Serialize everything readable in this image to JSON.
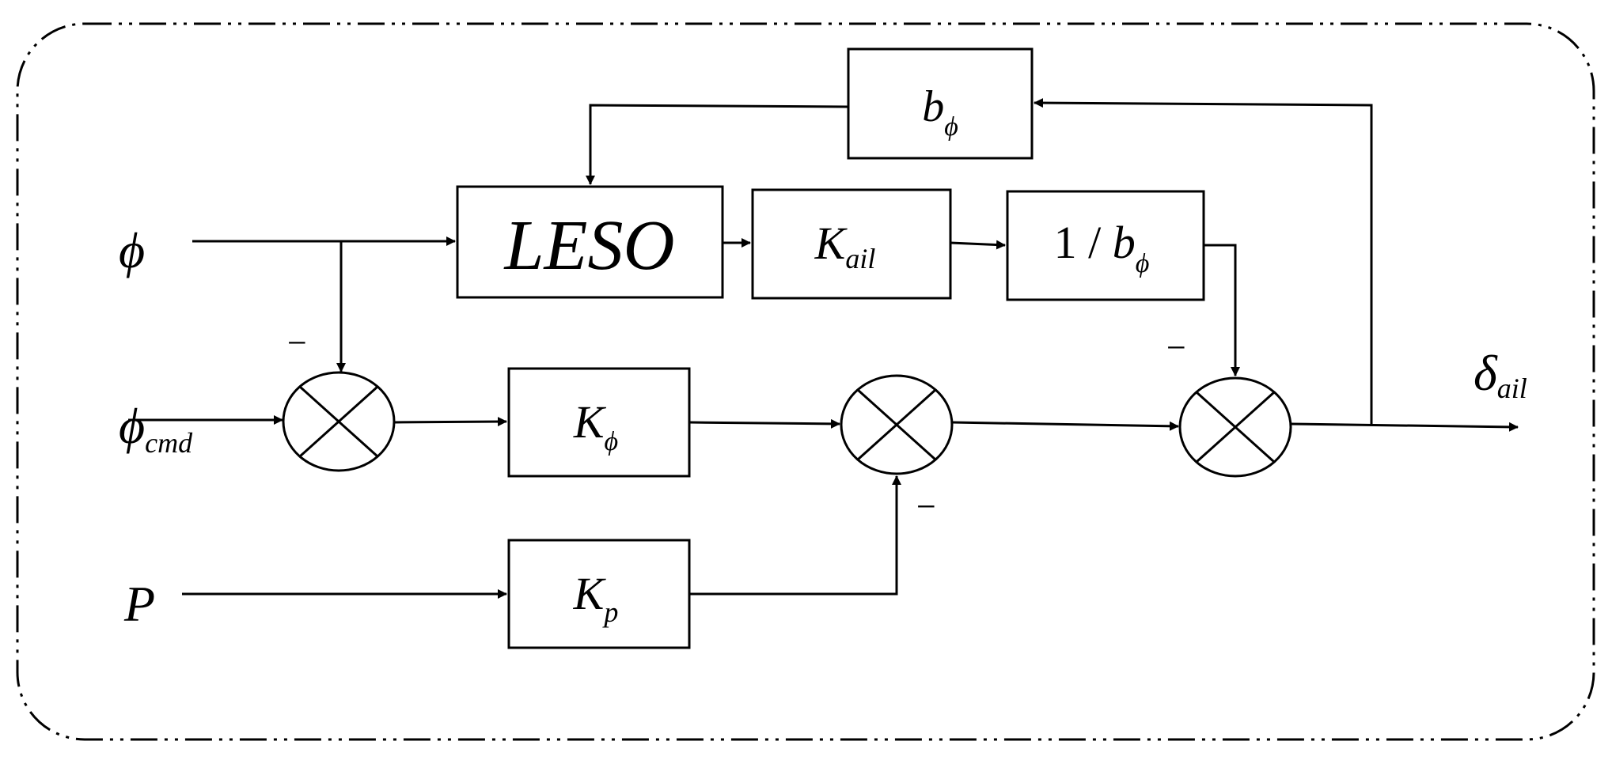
{
  "inputs": {
    "phi": {
      "main": "ϕ",
      "sub": ""
    },
    "phi_cmd": {
      "main": "ϕ",
      "sub": "cmd"
    },
    "p": {
      "main": "P",
      "sub": ""
    }
  },
  "output": {
    "main": "δ",
    "sub": "ail"
  },
  "blocks": {
    "b_phi": {
      "main": "b",
      "sub": "ϕ"
    },
    "leso": {
      "main": "LESO"
    },
    "k_ail": {
      "main": "K",
      "sub": "ail"
    },
    "inv_b_phi": {
      "prefix": "1 / ",
      "main": "b",
      "sub": "ϕ"
    },
    "k_phi": {
      "main": "K",
      "sub": "ϕ"
    },
    "k_p": {
      "main": "K",
      "sub": "p"
    }
  },
  "signs": {
    "sum1_top": "−",
    "sum2_bottom": "−",
    "sum3_top": "−"
  }
}
